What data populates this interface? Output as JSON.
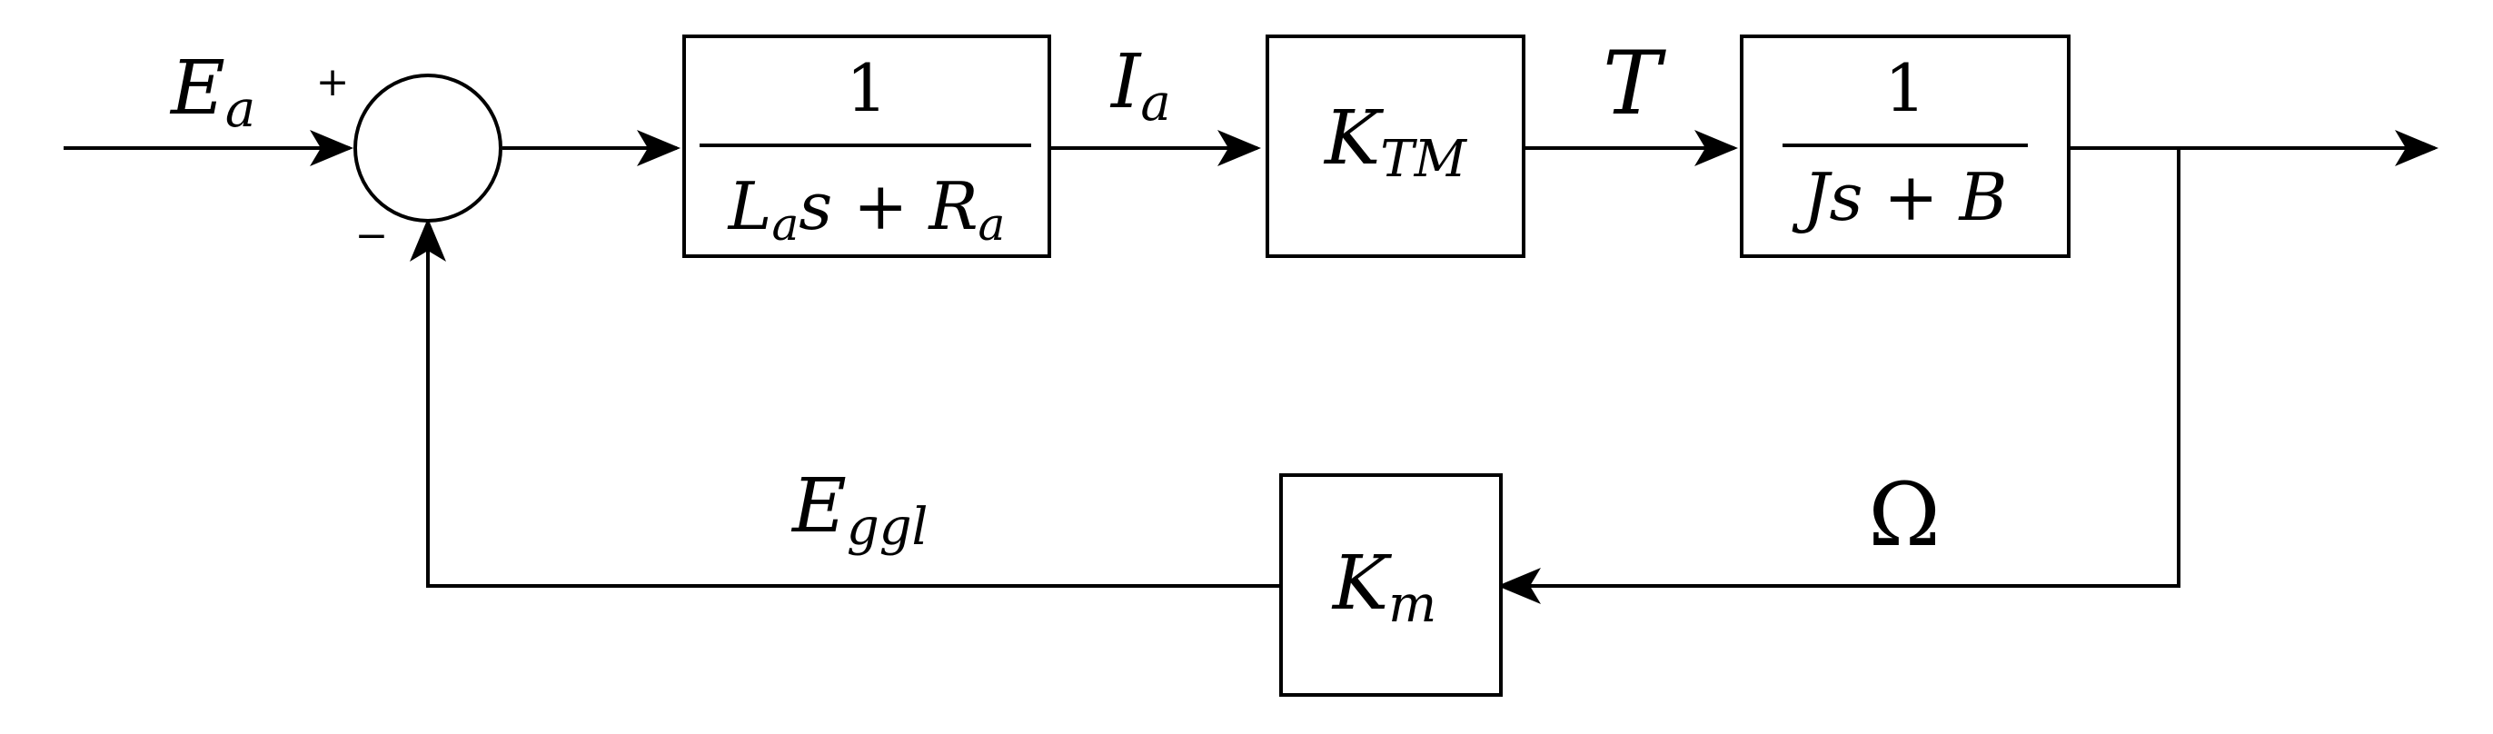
{
  "diagram": {
    "input_signal": {
      "main": "E",
      "sub": "a"
    },
    "summing_junction": {
      "plus_sign": "+",
      "minus_sign": "−"
    },
    "armature_block": {
      "numerator": "1",
      "den_L": "L",
      "den_L_sub": "a",
      "den_s": "s",
      "den_plus": " + ",
      "den_R": "R",
      "den_R_sub": "a"
    },
    "current_signal": {
      "main": "I",
      "sub": "a"
    },
    "torque_const_block": {
      "main": "K",
      "sub": "TM"
    },
    "torque_signal": {
      "main": "T"
    },
    "mechanical_block": {
      "numerator": "1",
      "den_J": "J",
      "den_s": "s",
      "den_plus": " + ",
      "den_B": "B"
    },
    "output_signal": {
      "main": "Ω"
    },
    "feedback_block": {
      "main": "K",
      "sub": "m"
    },
    "feedback_signal": {
      "main": "E",
      "sub": "ggl"
    }
  }
}
